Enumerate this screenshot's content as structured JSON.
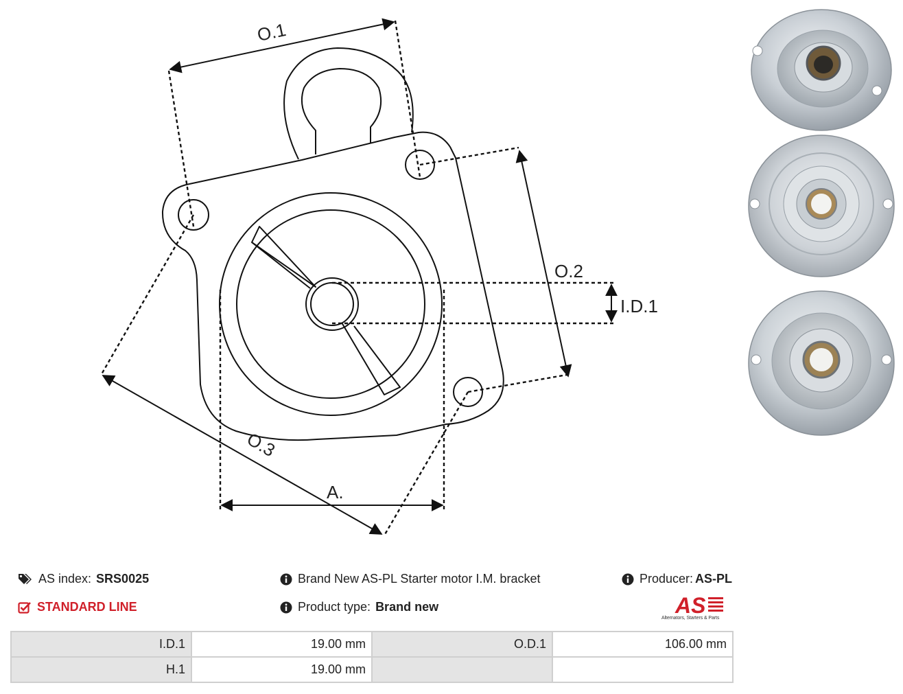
{
  "diagram": {
    "labels": {
      "od1": "O.1",
      "od2": "O.2",
      "od3": "O.3",
      "id1": "I.D.1",
      "a": "A."
    }
  },
  "info": {
    "as_index_label": "AS index:",
    "as_index_value": "SRS0025",
    "description": "Brand New AS-PL Starter motor I.M. bracket",
    "producer_label": "Producer:",
    "producer_value": "AS-PL",
    "line": "STANDARD LINE",
    "product_type_label": "Product type:",
    "product_type_value": "Brand new"
  },
  "logo": {
    "mark": "AS",
    "tagline": "Alternators, Starters & Parts"
  },
  "specs": {
    "rows": [
      {
        "k1": "I.D.1",
        "v1": "19.00 mm",
        "k2": "O.D.1",
        "v2": "106.00 mm"
      },
      {
        "k1": "H.1",
        "v1": "19.00 mm",
        "k2": "",
        "v2": ""
      }
    ]
  },
  "colors": {
    "accent_red": "#d0202a",
    "table_key_bg": "#e4e4e4",
    "table_border": "#cfcfcf"
  }
}
